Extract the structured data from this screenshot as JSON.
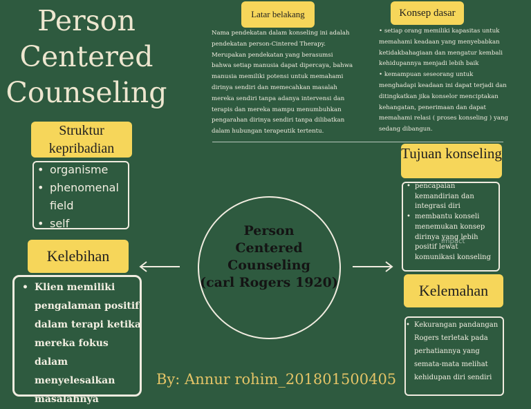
{
  "title": "Person Centered Counseling",
  "center": {
    "line1": "Person",
    "line2": "Centered",
    "line3": "Counseling",
    "line4": "(carl Rogers 1920)"
  },
  "latar": {
    "label": "Latar belakang",
    "text": "Nama pendekatan dalam konseling ini adalah pendekatan person-Cintered Therapy. Merupakan pendekatan yang berasumsi bahwa setiap manusia dapat dipercaya, bahwa manusia memiliki potensi untuk memahami dirinya sendiri dan memecahkan masalah mereka sendiri tanpa adanya intervensi dan terapis dan mereka mampu menumbuhkan pengarahan dirinya sendiri tanpa dilibatkan dalam hubungan terapeutik tertentu."
  },
  "konsep": {
    "label": "Konsep dasar",
    "items": [
      "setiap orang memiliki kapasitas untuk memahami keadaan yang menyebabkan ketidakbahagiaan dan mengatur kembali kehidupannya menjadi lebih baik",
      "kemampuan seseorang untuk menghadapi keadaan ini dapat terjadi dan ditingkatkan jika konselor menciptakan kehangatan, penerimaan dan dapat memahami relasi     ( proses konseling ) yang sedang dibangun."
    ]
  },
  "struktur": {
    "label": "Struktur kepribadian",
    "items": [
      "organisme",
      "phenomenal field",
      "self"
    ]
  },
  "tujuan": {
    "label": "Tujuan konseling",
    "items": [
      "pencapaian kemandirian dan integrasi diri",
      "membantu konseli menemukan konsep dirinya yang lebih positif lewat komunikasi konseling"
    ],
    "ghost": "impact"
  },
  "kelebihan": {
    "label": "Kelebihan",
    "items": [
      "Klien memiliki pengalaman positif dalam terapi ketika mereka fokus dalam menyelesaikan masalahnya"
    ]
  },
  "kelemahan": {
    "label": "Kelemahan",
    "items": [
      "Kekurangan pandangan Rogers terletak pada perhatiannya yang semata-mata melihat kehidupan diri sendiri"
    ]
  },
  "author": "By: Annur rohim_201801500405",
  "colors": {
    "background": "#2e5a3f",
    "label_fill": "#f6d65a",
    "author_text": "#e4c467",
    "outline": "#f1ece0"
  }
}
